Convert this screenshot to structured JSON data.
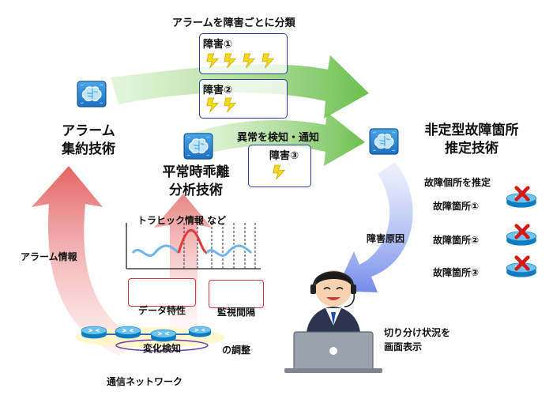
{
  "labels": {
    "top_title": "アラームを障害ごとに分類",
    "fault1": "障害①",
    "fault2": "障害②",
    "fault3": "障害③",
    "anomaly_detect": "異常を検知・通知",
    "alarm_agg_line1": "アラーム",
    "alarm_agg_line2": "集約技術",
    "deviation_line1": "平常時乖離",
    "deviation_line2": "分析技術",
    "nonfixed_line1": "非定型故障箇所",
    "nonfixed_line2": "推定技術",
    "estimate_location": "故障個所を推定",
    "location1": "故障箇所①",
    "location2": "故障箇所②",
    "location3": "故障箇所③",
    "fault_cause": "障害原因",
    "traffic_info": "トラヒック情報 など",
    "data_change_line1": "データ特性",
    "data_change_line2": "変化検知",
    "monitor_line1": "監視間隔",
    "monitor_line2": "の調整",
    "alarm_info": "アラーム情報",
    "isolation_line1": "切り分け状況を",
    "isolation_line2": "画面表示",
    "network": "通信ネットワーク"
  },
  "icons": {
    "ai_brain": "brain-chip-icon",
    "lightning": "lightning-icon",
    "router": "router-icon",
    "cross": "cross-mark-icon",
    "operator": "operator-person-icon",
    "laptop": "laptop-icon"
  },
  "colors": {
    "red_arrow": "#e25454",
    "green_arrow": "#6cc04a",
    "blue_arrow": "#6d85e8",
    "box_border": "#2b3f9e",
    "alert_border": "#d23a3a"
  }
}
